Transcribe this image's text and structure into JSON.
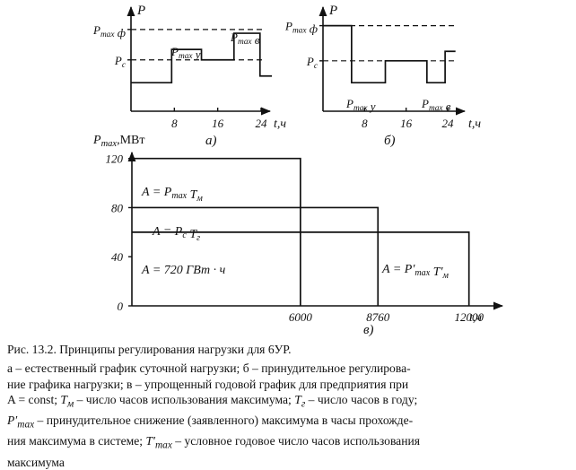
{
  "figure_number": "Рис. 13.2.",
  "figure_title": "Принципы регулирования нагрузки для 6УР.",
  "chart_data": [
    {
      "panel": "а)",
      "type": "line",
      "ylabel": "P",
      "xlabel": "t,ч",
      "xticks": [
        "8",
        "16",
        "24"
      ],
      "xlim": [
        0,
        24
      ],
      "ylim": [
        0,
        10
      ],
      "ytick_labels": [
        "P_max ф",
        "P_c"
      ],
      "reference_levels": [
        8.6,
        5.4
      ],
      "x": [
        0,
        7.5,
        7.5,
        13,
        13,
        19,
        19,
        23.8,
        23.8,
        26
      ],
      "y": [
        3.0,
        3.0,
        6.5,
        6.5,
        5.4,
        5.4,
        8.2,
        8.2,
        3.7,
        3.7
      ],
      "annotations": [
        "P_max у",
        "P_max в"
      ]
    },
    {
      "panel": "б)",
      "type": "line",
      "ylabel": "P",
      "xlabel": "t,ч",
      "xticks": [
        "8",
        "16",
        "24"
      ],
      "xlim": [
        0,
        24
      ],
      "ylim": [
        0,
        10
      ],
      "ytick_labels": [
        "P_max ф",
        "P_c"
      ],
      "reference_levels": [
        9.0,
        5.3
      ],
      "x": [
        0,
        5.5,
        5.5,
        12,
        12,
        16,
        16,
        20,
        20,
        23.5,
        23.5,
        25.5
      ],
      "y": [
        9.0,
        9.0,
        3.0,
        3.0,
        5.3,
        5.3,
        5.3,
        5.3,
        3.0,
        3.0,
        6.3,
        6.3
      ],
      "annotations": [
        "P_max у",
        "P_max в"
      ]
    },
    {
      "panel": "в)",
      "type": "line",
      "ylabel": "P_max , МВт",
      "xlabel": "t,ч",
      "x_ticks": [
        6000,
        8760,
        12000
      ],
      "y_ticks": [
        0,
        40,
        80,
        120
      ],
      "xlim": [
        0,
        13000
      ],
      "ylim": [
        0,
        130
      ],
      "series": [
        {
          "x": [
            0,
            6000
          ],
          "y": [
            120,
            120
          ]
        },
        {
          "x": [
            0,
            8760
          ],
          "y": [
            80,
            80
          ]
        },
        {
          "x": [
            0,
            12000
          ],
          "y": [
            60,
            60
          ]
        }
      ],
      "region_labels": [
        "A = P_max T_м",
        "A = P_c T_г",
        "A = 720 ГВт · ч",
        "A = P'_max T'_м"
      ]
    }
  ],
  "caption_lines": [
    "а – естественный график суточной нагрузки; б – принудительное регулирова-",
    "ние графика нагрузки; в – упрощенный годовой график для предприятия при",
    "A = const; T_м – число часов использования максимума; T_г – число часов в году;",
    "P'_max – принудительное снижение (заявленного) максимума в часы прохожде-",
    "ния максимума в системе; T'_max – условное годовое число часов использования",
    "максимума"
  ]
}
